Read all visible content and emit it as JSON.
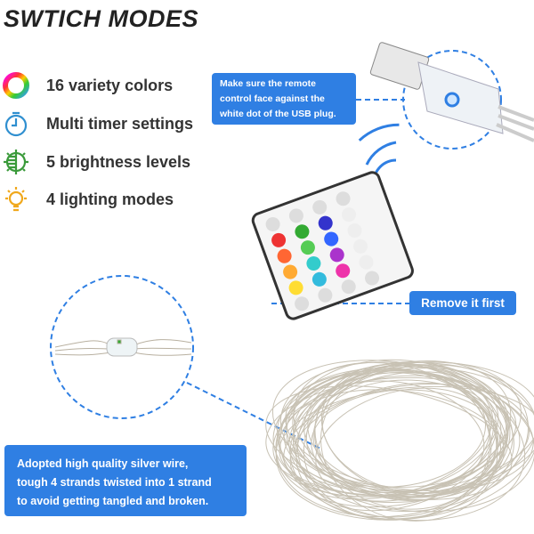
{
  "title": "SWTICH MODES",
  "features": [
    {
      "icon": "color-wheel-icon",
      "label": "16 variety colors"
    },
    {
      "icon": "timer-icon",
      "label": "Multi timer settings"
    },
    {
      "icon": "brightness-icon",
      "label": "5 brightness levels"
    },
    {
      "icon": "lightbulb-icon",
      "label": "4 lighting modes"
    }
  ],
  "callouts": {
    "usb_note": [
      "Make sure the remote",
      "control face against  the",
      "white dot of the USB plug."
    ],
    "remove_note": "Remove it first",
    "wire_note": [
      "Adopted high quality silver wire,",
      "tough 4 strands twisted into 1 strand",
      "to avoid getting tangled and broken."
    ]
  },
  "colors": {
    "accent": "#2f7fe3"
  }
}
